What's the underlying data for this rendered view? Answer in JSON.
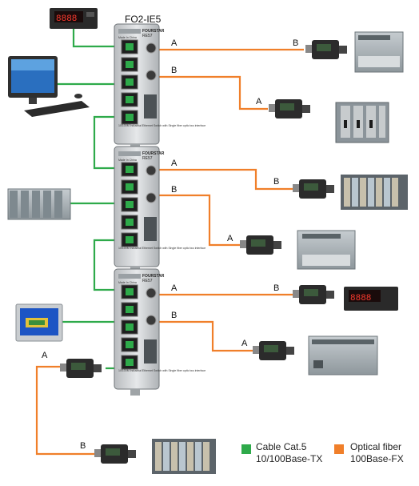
{
  "title": "FO2-IE5",
  "switch_brand": "FOURSTAR",
  "switch_model": "RE57",
  "switch_made_in": "Made In China",
  "switch_caption": "10/100M Industrial Ethernet Switch with Single fiber optic two interface",
  "port_labels": {
    "a": "A",
    "b": "B"
  },
  "meter_display": "8888",
  "legend": {
    "cable": {
      "line1": "Cable Cat.5",
      "line2": "10/100Base-TX",
      "color": "#2eaa4a"
    },
    "fiber": {
      "line1": "Optical fiber",
      "line2": "100Base-FX",
      "color": "#f07f2a"
    }
  },
  "colors": {
    "switch_body": "#d5d8da",
    "converter": "#2b2b2b",
    "plc": "#9aa3a8",
    "accent_green": "#2eaa4a",
    "accent_orange": "#f07f2a"
  }
}
